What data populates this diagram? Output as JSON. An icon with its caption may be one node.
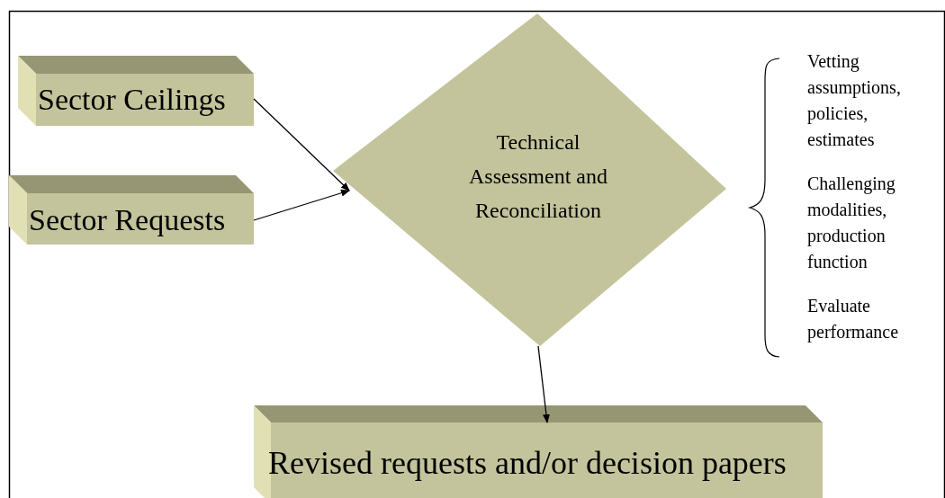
{
  "diagram": {
    "nodes": [
      {
        "text": [
          "Sector Ceilings"
        ]
      },
      {
        "text": [
          "Sector Requests"
        ]
      },
      {
        "text": [
          "Technical Assessment and Reconciliation"
        ]
      },
      {
        "text": [
          "Revised requests and/or decision papers"
        ]
      }
    ],
    "edges": [
      {
        "from": 0,
        "to": 2,
        "arrow": "to"
      },
      {
        "from": 1,
        "to": 2,
        "arrow": "to"
      },
      {
        "from": 2,
        "to": 3,
        "arrow": "to"
      }
    ],
    "labels": [
      "Vetting assumptions, policies, estimates",
      "Challenging modalities, production function",
      "Evaluate performance"
    ]
  }
}
